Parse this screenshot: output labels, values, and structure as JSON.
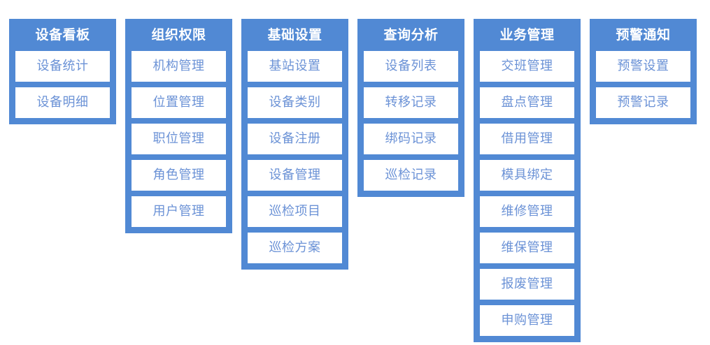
{
  "theme": {
    "panel_blue": "#5189D4",
    "item_text_blue": "#6B92D6",
    "header_text": "#FFFFFF",
    "item_background": "#FFFFFF",
    "page_background": "#FFFFFF"
  },
  "menu": {
    "columns": [
      {
        "title": "设备看板",
        "items": [
          {
            "label": "设备统计"
          },
          {
            "label": "设备明细"
          }
        ]
      },
      {
        "title": "组织权限",
        "items": [
          {
            "label": "机构管理"
          },
          {
            "label": "位置管理"
          },
          {
            "label": "职位管理"
          },
          {
            "label": "角色管理"
          },
          {
            "label": "用户管理"
          }
        ]
      },
      {
        "title": "基础设置",
        "items": [
          {
            "label": "基站设置"
          },
          {
            "label": "设备类别"
          },
          {
            "label": "设备注册"
          },
          {
            "label": "设备管理"
          },
          {
            "label": "巡检项目"
          },
          {
            "label": "巡检方案"
          }
        ]
      },
      {
        "title": "查询分析",
        "items": [
          {
            "label": "设备列表"
          },
          {
            "label": "转移记录"
          },
          {
            "label": "绑码记录"
          },
          {
            "label": "巡检记录"
          }
        ]
      },
      {
        "title": "业务管理",
        "items": [
          {
            "label": "交班管理"
          },
          {
            "label": "盘点管理"
          },
          {
            "label": "借用管理"
          },
          {
            "label": "模具绑定"
          },
          {
            "label": "维修管理"
          },
          {
            "label": "维保管理"
          },
          {
            "label": "报废管理"
          },
          {
            "label": "申购管理"
          }
        ]
      },
      {
        "title": "预警通知",
        "items": [
          {
            "label": "预警设置"
          },
          {
            "label": "预警记录"
          }
        ]
      }
    ]
  }
}
